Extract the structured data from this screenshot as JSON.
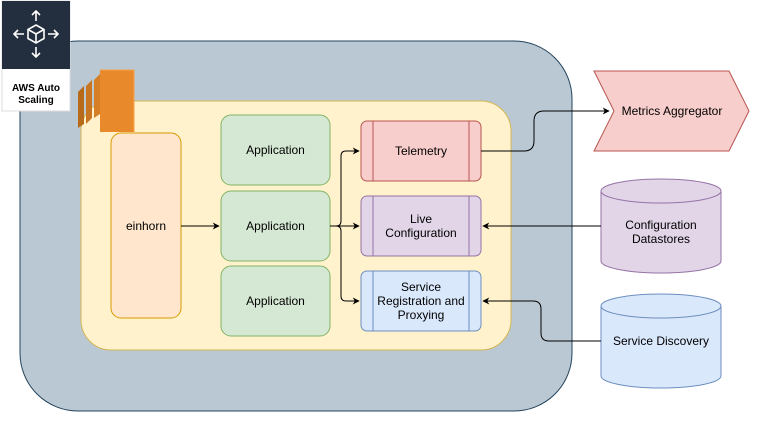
{
  "aws": {
    "label": "AWS Auto\nScaling"
  },
  "nodes": {
    "einhorn": "einhorn",
    "application_1": "Application",
    "application_2": "Application",
    "application_3": "Application",
    "telemetry": "Telemetry",
    "live_configuration": "Live\nConfiguration",
    "service_registration": "Service\nRegistration and\nProxying",
    "metrics_aggregator": "Metrics Aggregator",
    "configuration_datastores": "Configuration\nDatastores",
    "service_discovery": "Service Discovery"
  },
  "colors": {
    "asg_fill": "#bac8d3",
    "asg_stroke": "#23445d",
    "host_fill": "#fff2cc",
    "host_stroke": "#d6b656",
    "einhorn_fill": "#ffe6cc",
    "einhorn_stroke": "#d79b00",
    "app_fill": "#d5e8d4",
    "app_stroke": "#82b366",
    "telemetry_fill": "#f8cecc",
    "telemetry_stroke": "#b85450",
    "config_fill": "#e1d5e7",
    "config_stroke": "#9673a6",
    "discovery_fill": "#dae8fc",
    "discovery_stroke": "#6c8ebf",
    "aws_icon_bg": "#232f3e",
    "ec2_orange": "#e8892c"
  }
}
